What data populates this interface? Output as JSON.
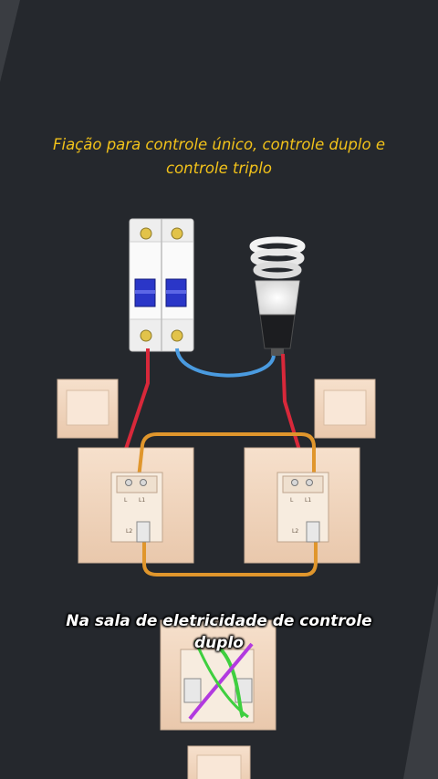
{
  "title": {
    "line1": "Fiação para controle único, controle duplo e",
    "line2": "controle triplo"
  },
  "caption": {
    "line1": "Na sala de eletricidade de controle",
    "line2": "duplo"
  },
  "colors": {
    "background": "#25282d",
    "title_text": "#f2c21a",
    "wire_live": "#d8283a",
    "wire_neutral": "#4a9be0",
    "wire_traveler": "#e0962c",
    "wire_green": "#3fcf3f",
    "wire_purple": "#b23adf",
    "switch_plate": "#f3d9c2",
    "breaker_lever": "#2a36c8"
  },
  "icons": [
    "circuit-breaker-icon",
    "cfl-bulb-icon",
    "wall-switch-icon"
  ]
}
